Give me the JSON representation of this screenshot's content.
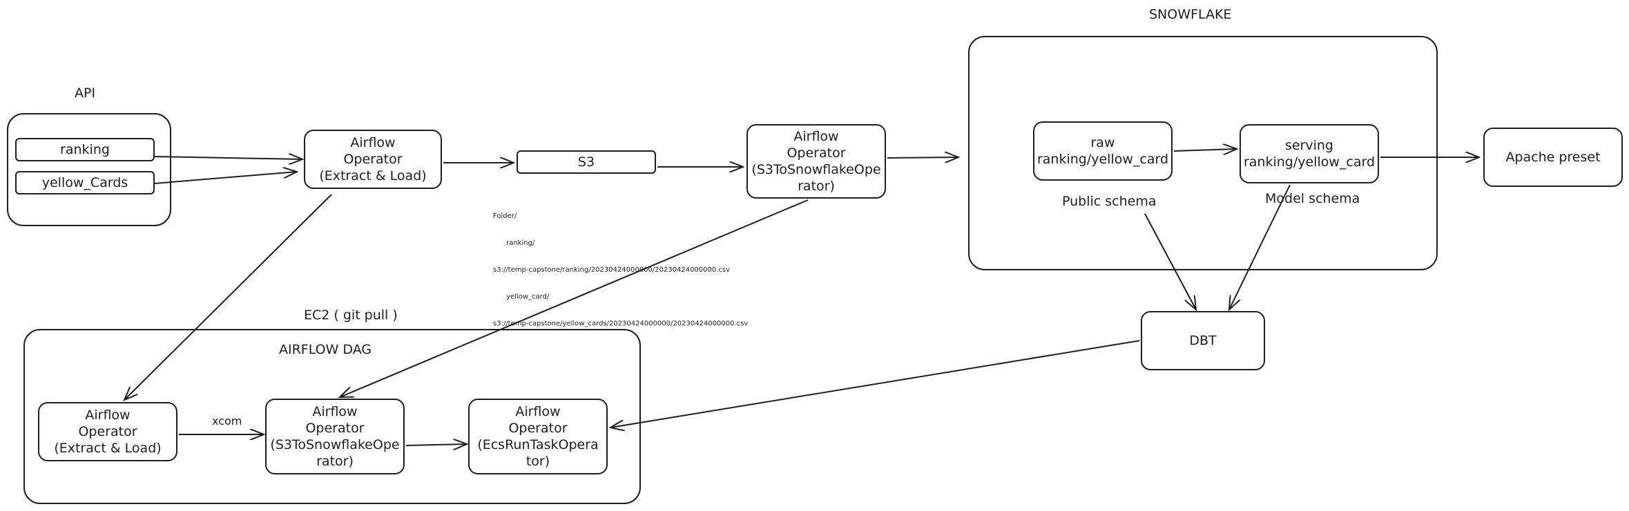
{
  "diagram": {
    "titles": {
      "api": "API",
      "snowflake": "SNOWFLAKE",
      "ec2": "EC2 ( git pull )",
      "airflow_dag": "AIRFLOW DAG"
    },
    "nodes": {
      "ranking": "ranking",
      "yellow_cards": "yellow_Cards",
      "airflow_extract_load_top": "Airflow\nOperator\n(Extract & Load)",
      "s3": "S3",
      "airflow_s3_snowflake_top": "Airflow\nOperator\n(S3ToSnowflakeOpe\nrator)",
      "raw": "raw\nranking/yellow_card",
      "serving": "serving\nranking/yellow_card",
      "apache_preset": "Apache preset",
      "dbt": "DBT",
      "airflow_extract_load_dag": "Airflow\nOperator\n(Extract & Load)",
      "airflow_s3_snowflake_dag": "Airflow\nOperator\n(S3ToSnowflakeOpe\nrator)",
      "airflow_ecs_dag": "Airflow\nOperator\n(EcsRunTaskOpera\ntor)"
    },
    "labels": {
      "public_schema": "Public schema",
      "model_schema": "Model schema",
      "xcom": "xcom"
    },
    "s3_note": {
      "line1": "Folder/",
      "line2": "      ranking/",
      "line3": "s3://temp-capstone/ranking/20230424000000/20230424000000.csv",
      "line4": "      yellow_card/",
      "line5": "s3://temp-capstone/yellow_cards/20230424000000/20230424000000.csv"
    }
  }
}
